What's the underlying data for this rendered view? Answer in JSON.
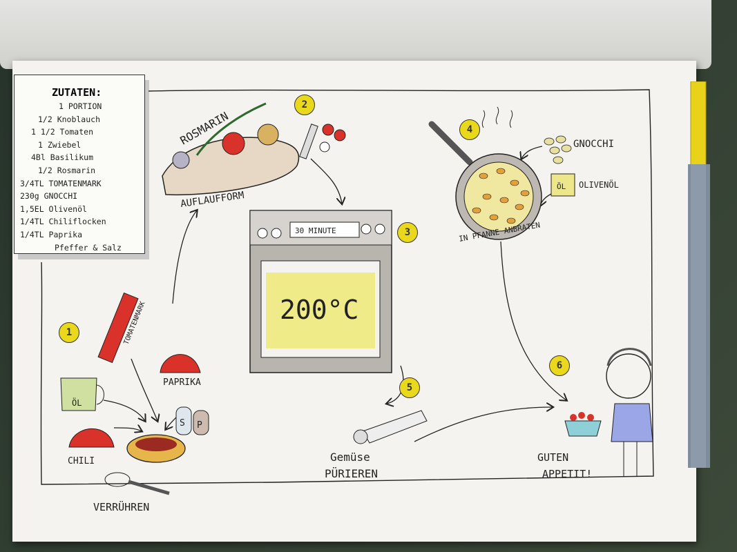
{
  "ingredients": {
    "title": "ZUTATEN:",
    "items": [
      {
        "text": "1 PORTION",
        "indent": 4
      },
      {
        "text": "1/2 Knoblauch",
        "indent": 1
      },
      {
        "text": "1 1/2 Tomaten",
        "indent": 2
      },
      {
        "text": "1 Zwiebel",
        "indent": 1
      },
      {
        "text": "4Bl Basilikum",
        "indent": 2
      },
      {
        "text": "1/2 Rosmarin",
        "indent": 1
      },
      {
        "text": "3/4TL TOMATENMARK",
        "indent": 3
      },
      {
        "text": "230g GNOCCHI",
        "indent": 3
      },
      {
        "text": "1,5EL Olivenöl",
        "indent": 3
      },
      {
        "text": "1/4TL Chiliflocken",
        "indent": 3
      },
      {
        "text": "1/4TL Paprika",
        "indent": 3
      },
      {
        "text": "Pfeffer & Salz",
        "indent": 0
      }
    ]
  },
  "steps": {
    "step1": {
      "number": "1",
      "labels": {
        "tube": "TOMATENMARK",
        "paprika": "PAPRIKA",
        "chili": "CHILI",
        "oil": "ÖL",
        "salt": "S",
        "pepper": "P",
        "action": "VERRÜHREN"
      }
    },
    "step2": {
      "number": "2",
      "labels": {
        "rosemary": "ROSMARIN",
        "dish": "AUFLAUFFORM"
      }
    },
    "step3": {
      "number": "3",
      "labels": {
        "timer": "30 MINUTE",
        "temperature": "200°C"
      }
    },
    "step4": {
      "number": "4",
      "labels": {
        "gnocchi": "GNOCCHI",
        "oil": "OLIVENÖL",
        "oil_glass": "ÖL",
        "action": "IN PFANNE ANBRATEN"
      }
    },
    "step5": {
      "number": "5",
      "labels": {
        "action_line1": "Gemüse",
        "action_line2": "PÜRIEREN"
      }
    },
    "step6": {
      "number": "6",
      "labels": {
        "line1": "GUTEN",
        "line2": "APPETIT!"
      }
    }
  },
  "colors": {
    "accent_yellow": "#e9d81b",
    "tomato_red": "#d9322b",
    "paper": "#f4f3ef",
    "ink": "#222222"
  }
}
